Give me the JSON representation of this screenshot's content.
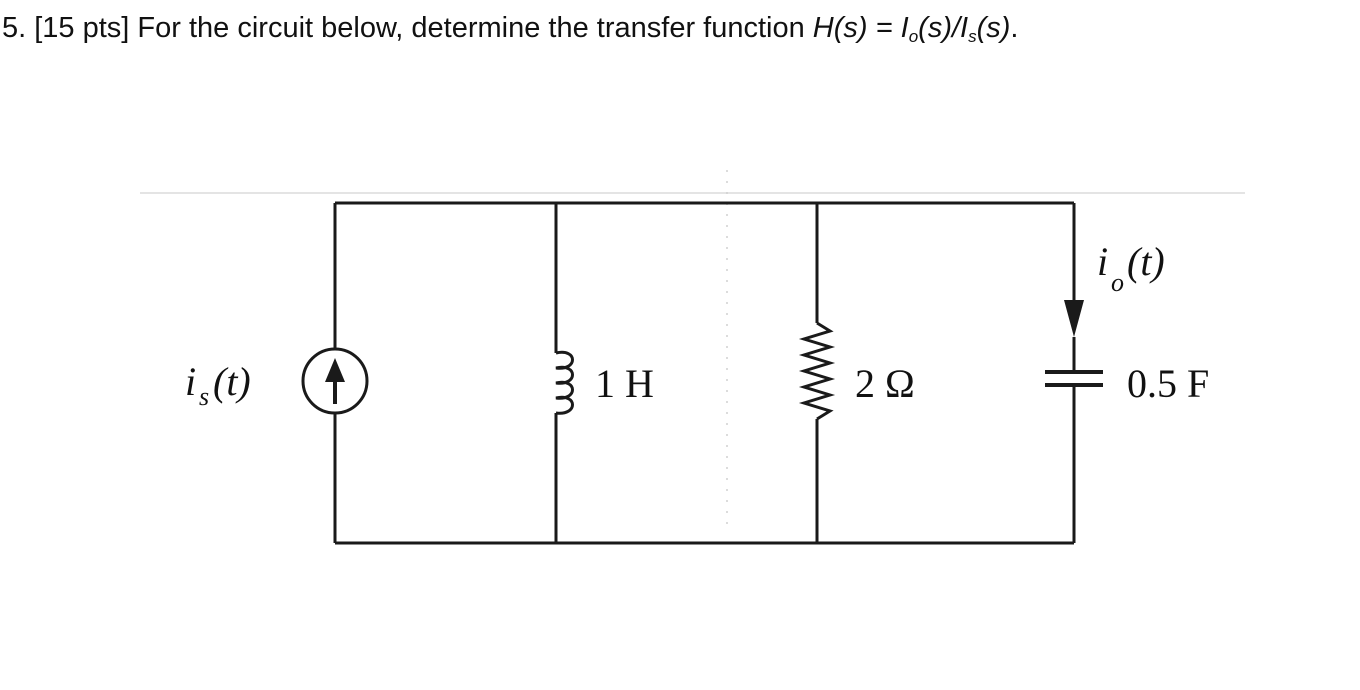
{
  "question": {
    "prefix": "5.  [15 pts]  For the circuit below, determine the transfer function ",
    "H": "H",
    "args": "(s) = ",
    "I_o": "I",
    "o_sub": "o",
    "I_o_args": "(s)/",
    "I_s": "I",
    "s_sub": "s",
    "I_s_args": "(s)",
    "suffix": "."
  },
  "circuit": {
    "source_label_i": "i",
    "source_label_sub": "s",
    "source_label_t": "(t)",
    "inductor_label": "1 H",
    "resistor_label": "2 Ω",
    "output_label_i": "i",
    "output_label_sub": "o",
    "output_label_t": "(t)",
    "capacitor_label": "0.5 F"
  }
}
